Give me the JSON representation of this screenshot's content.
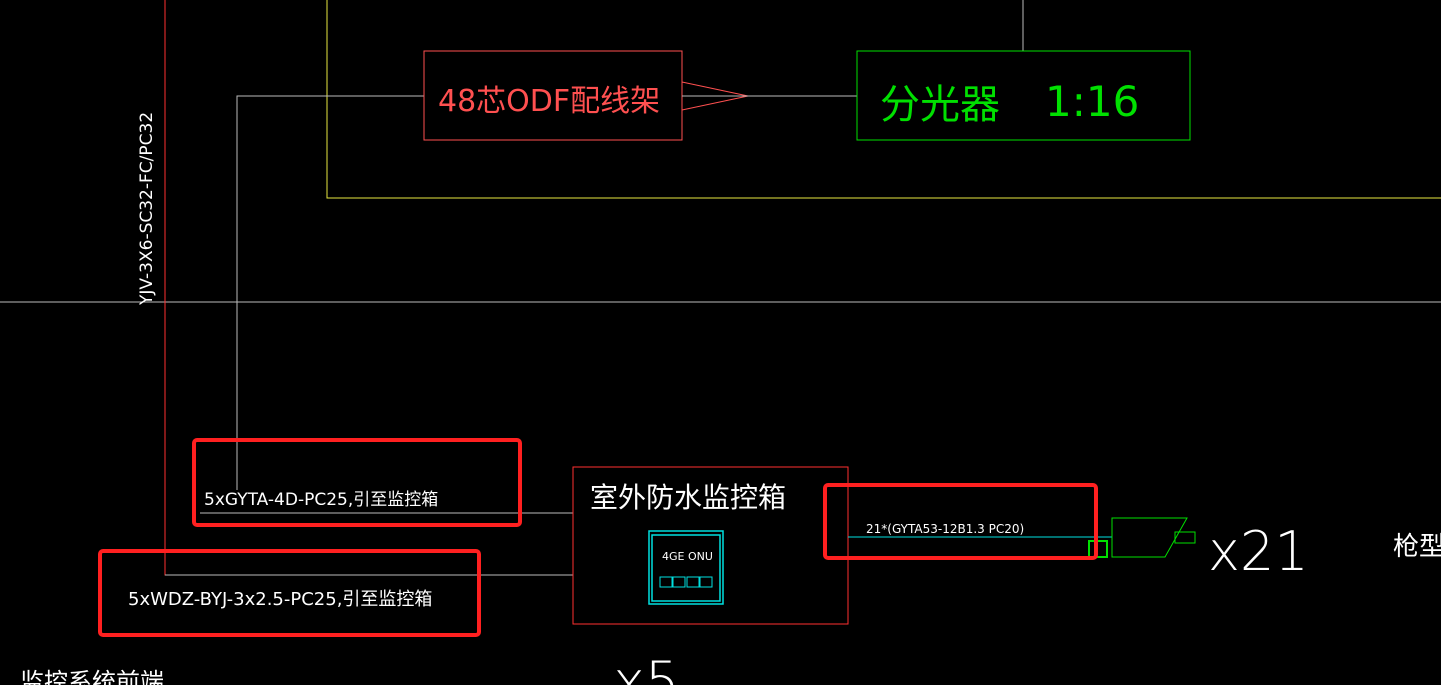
{
  "colors": {
    "background": "#000000",
    "highlight": "#ff2020",
    "odf": "#ff5050",
    "splitter": "#00e000",
    "cable": "#00e0e0",
    "text": "#ffffff"
  },
  "labels": {
    "vertical_cable": "YJV-3X6-SC32-FC/PC32",
    "odf": "48芯ODF配线架",
    "splitter": "分光器",
    "splitter_ratio": "1:16",
    "box_title": "室外防水监控箱",
    "onu": "4GE ONU",
    "fiber_cable": "5xGYTA-4D-PC25,引至监控箱",
    "power_cable": "5xWDZ-BYJ-3x2.5-PC25,引至监控箱",
    "camera_cable": "21*(GYTA53-12B1.3  PC20)",
    "camera_count": "x21",
    "camera_type": "枪型摄",
    "box_count": "x5",
    "section_title": "监控系统前端"
  }
}
